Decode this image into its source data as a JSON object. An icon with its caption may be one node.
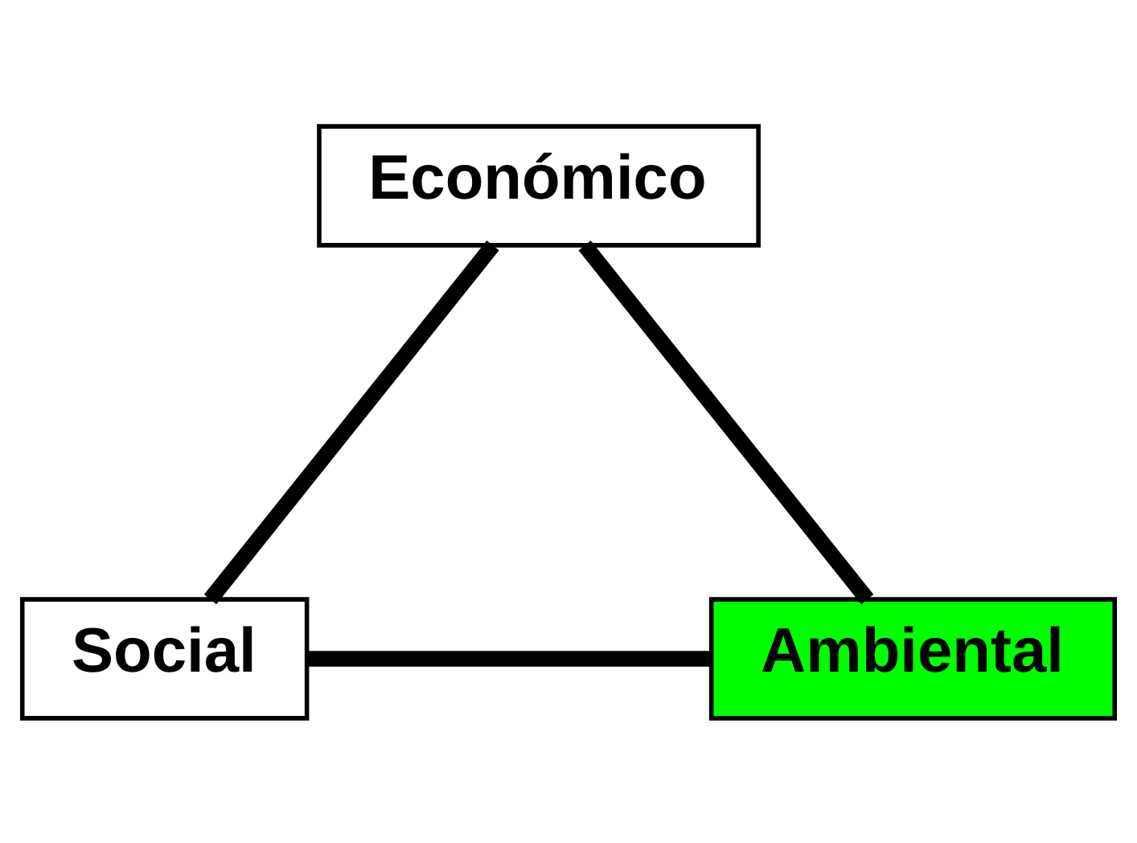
{
  "diagram": {
    "nodes": [
      {
        "text": [
          "Económico"
        ]
      },
      {
        "text": [
          "Social"
        ]
      },
      {
        "text": [
          "Ambiental"
        ]
      }
    ],
    "edges": [
      {
        "from": 0,
        "to": 1,
        "arrow": "none"
      },
      {
        "from": 0,
        "to": 2,
        "arrow": "none"
      },
      {
        "from": 1,
        "to": 2,
        "arrow": "none"
      }
    ]
  }
}
